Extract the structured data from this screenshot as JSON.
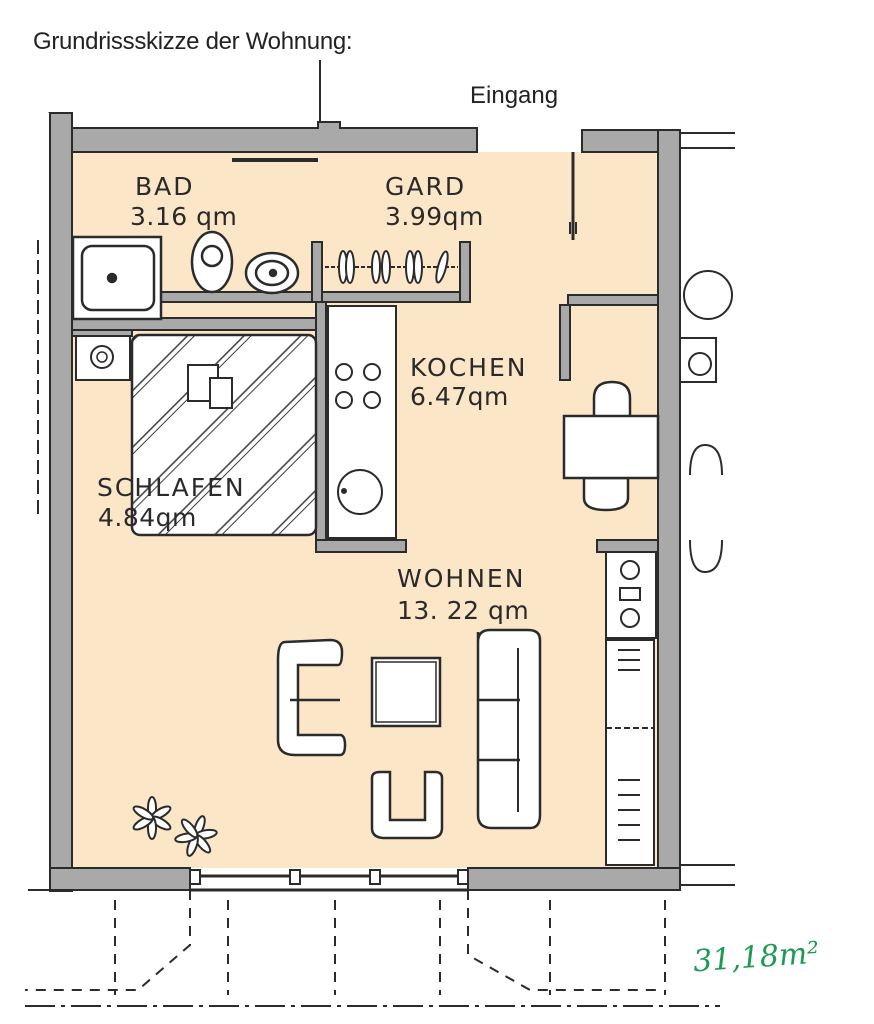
{
  "header": {
    "title": "Grundrissskizze der Wohnung:",
    "entrance_label": "Eingang"
  },
  "rooms": [
    {
      "id": "bad",
      "label": "BAD",
      "area": "3.16 qm"
    },
    {
      "id": "gard",
      "label": "GARD",
      "area": "3.99qm"
    },
    {
      "id": "kochen",
      "label": "KOCHEN",
      "area": "6.47qm"
    },
    {
      "id": "schlafen",
      "label": "SCHLAFEN",
      "area": "4.84qm"
    },
    {
      "id": "wohnen",
      "label": "WOHNEN",
      "area": "13. 22 qm"
    }
  ],
  "total_area": "31,18m²",
  "colors": {
    "floor": "#fce6c8",
    "wall": "#a9a9a9",
    "line": "#2b2b2b",
    "annotation": "#1f9a52"
  }
}
